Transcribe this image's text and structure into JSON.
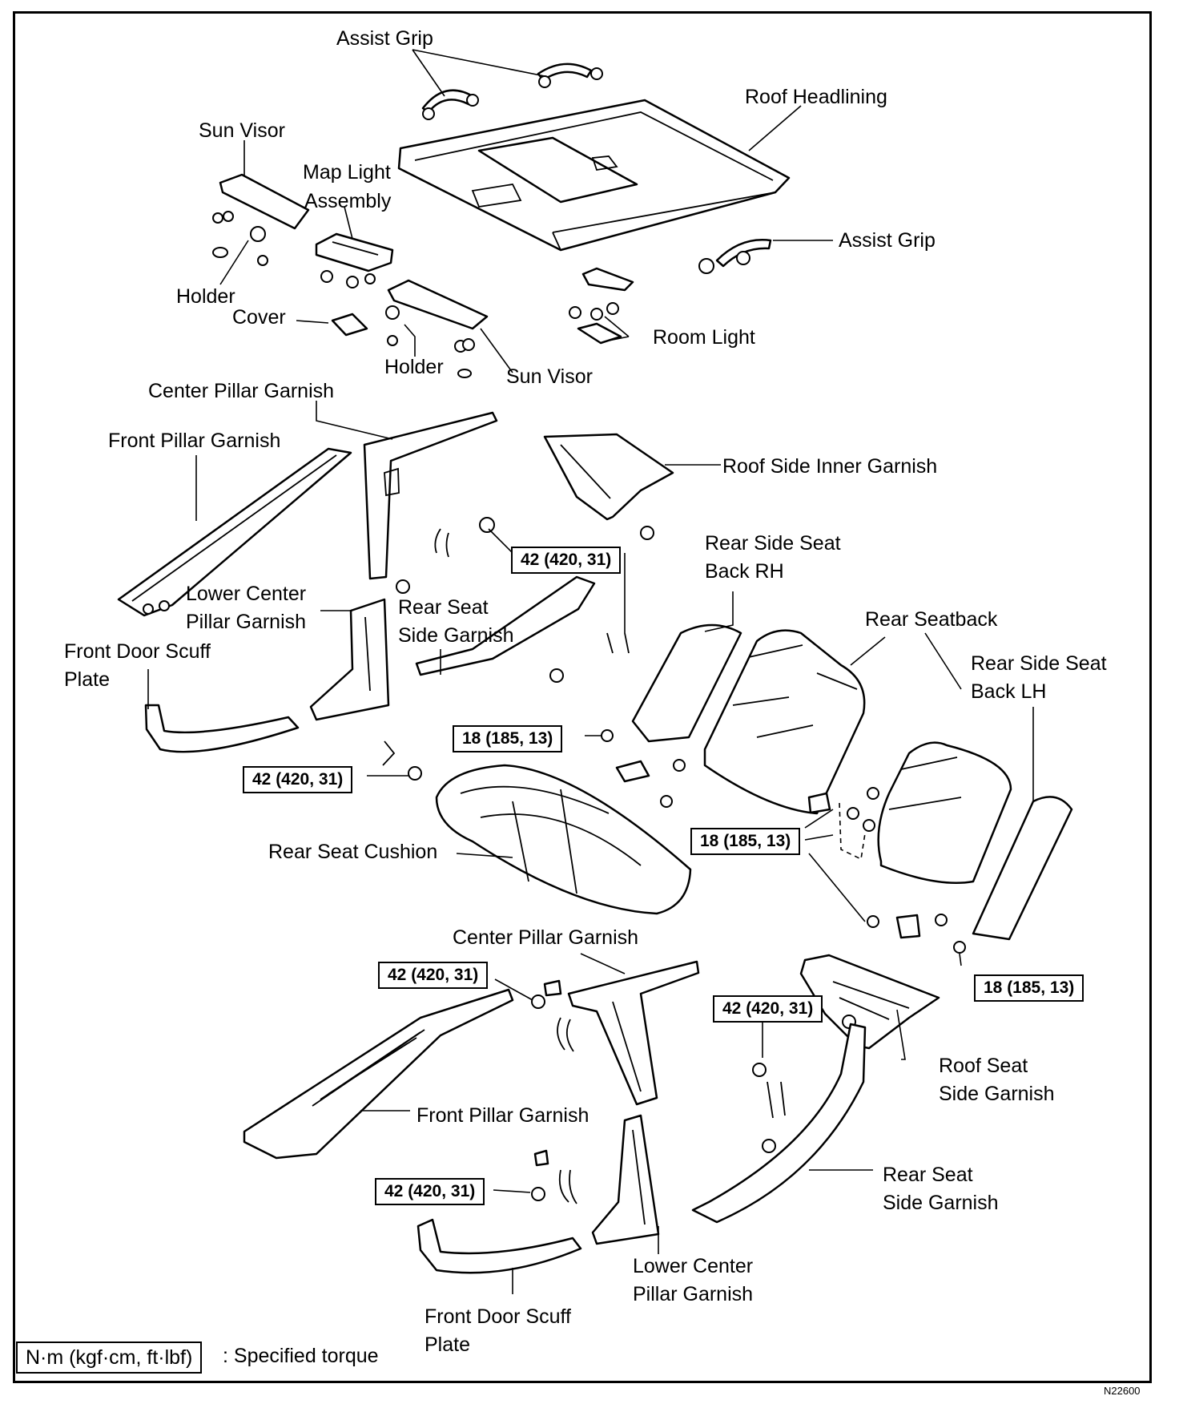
{
  "labels": {
    "assist_grip_top": "Assist Grip",
    "roof_headlining": "Roof Headlining",
    "sun_visor_left": "Sun Visor",
    "map_light_line1": "Map Light",
    "map_light_line2": "Assembly",
    "assist_grip_right": "Assist Grip",
    "holder_left": "Holder",
    "cover": "Cover",
    "room_light": "Room Light",
    "holder_center": "Holder",
    "sun_visor_center": "Sun Visor",
    "center_pillar_garnish_top": "Center Pillar Garnish",
    "front_pillar_garnish_top": "Front Pillar Garnish",
    "roof_side_inner_garnish": "Roof Side Inner Garnish",
    "rear_side_seat_back_rh_line1": "Rear Side Seat",
    "rear_side_seat_back_rh_line2": "Back RH",
    "lower_center_pillar_top_line1": "Lower Center",
    "lower_center_pillar_top_line2": "Pillar Garnish",
    "rear_seat_side_top_line1": "Rear Seat",
    "rear_seat_side_top_line2": "Side Garnish",
    "rear_seatback": "Rear Seatback",
    "front_door_scuff_top_line1": "Front Door Scuff",
    "front_door_scuff_top_line2": "Plate",
    "rear_side_seat_back_lh_line1": "Rear Side Seat",
    "rear_side_seat_back_lh_line2": "Back LH",
    "rear_seat_cushion": "Rear Seat Cushion",
    "center_pillar_garnish_bottom": "Center Pillar Garnish",
    "roof_seat_side_line1": "Roof Seat",
    "roof_seat_side_line2": "Side Garnish",
    "front_pillar_garnish_bottom": "Front Pillar Garnish",
    "rear_seat_side_bottom_line1": "Rear Seat",
    "rear_seat_side_bottom_line2": "Side Garnish",
    "lower_center_pillar_bottom_line1": "Lower Center",
    "lower_center_pillar_bottom_line2": "Pillar Garnish",
    "front_door_scuff_bottom_line1": "Front Door Scuff",
    "front_door_scuff_bottom_line2": "Plate"
  },
  "torque_specs": {
    "t1": "42 (420, 31)",
    "t2": "18 (185, 13)",
    "t3": "42 (420, 31)",
    "t4": "18 (185, 13)",
    "t5": "18 (185, 13)",
    "t6": "42 (420, 31)",
    "t7": "42 (420, 31)",
    "t8": "42 (420, 31)"
  },
  "legend": {
    "unit": "N·m (kgf·cm, ft·lbf)",
    "meaning": ": Specified torque"
  },
  "figure_code": "N22600"
}
